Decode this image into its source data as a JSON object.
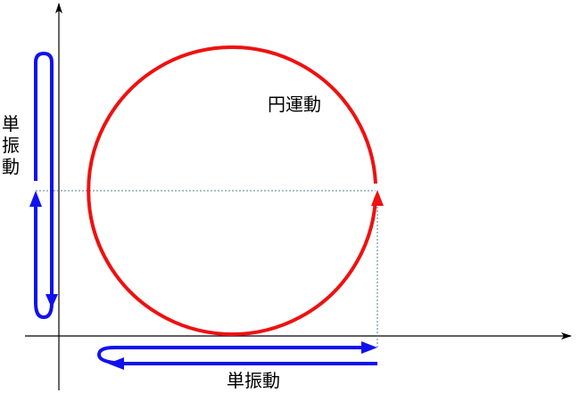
{
  "labels": {
    "circular_motion": "円運動",
    "horizontal_shm": "単振動",
    "vertical_shm": "単振動"
  },
  "colors": {
    "circle": "#ee1111",
    "oscillation": "#1111ee",
    "axes": "#000000",
    "projection_line": "#5a7d8c",
    "background": "#ffffff"
  }
}
